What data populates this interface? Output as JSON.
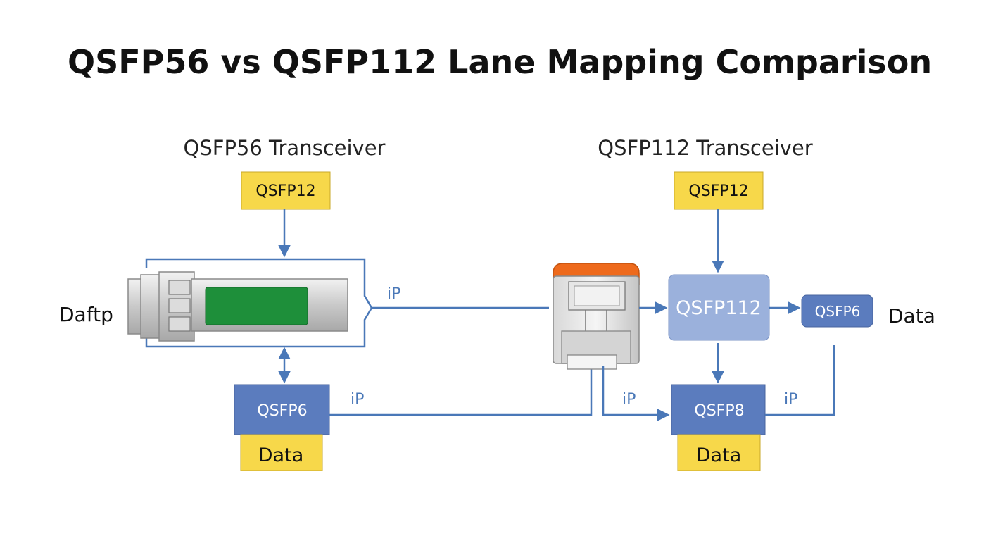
{
  "title": "QSFP56 vs QSFP112 Lane Mapping Comparison",
  "left": {
    "heading": "QSFP56 Transceiver",
    "side_label": "Daftp",
    "top_box": "QSFP12",
    "bottom_box": "QSFP6",
    "data_box": "Data",
    "ip_label_upper": "iP",
    "ip_label_lower": "iP"
  },
  "right": {
    "heading": "QSFP112 Transceiver",
    "side_label": "Data",
    "top_box": "QSFP12",
    "center_box": "QSFP112",
    "right_box": "QSFP6",
    "bottom_box": "QSFP8",
    "data_box": "Data",
    "ip_label_left": "iP",
    "ip_label_right": "iP"
  },
  "colors": {
    "yellow": "#f7d84a",
    "blue_dark": "#5b7cbe",
    "blue_light": "#9bb1dc",
    "line": "#4a78b8",
    "module_green": "#1e8f3a",
    "connector_orange": "#ee6a1c"
  },
  "icons": {
    "qsfp56_module": "transceiver-module-icon",
    "qsfp112_connector": "connector-cage-icon"
  }
}
